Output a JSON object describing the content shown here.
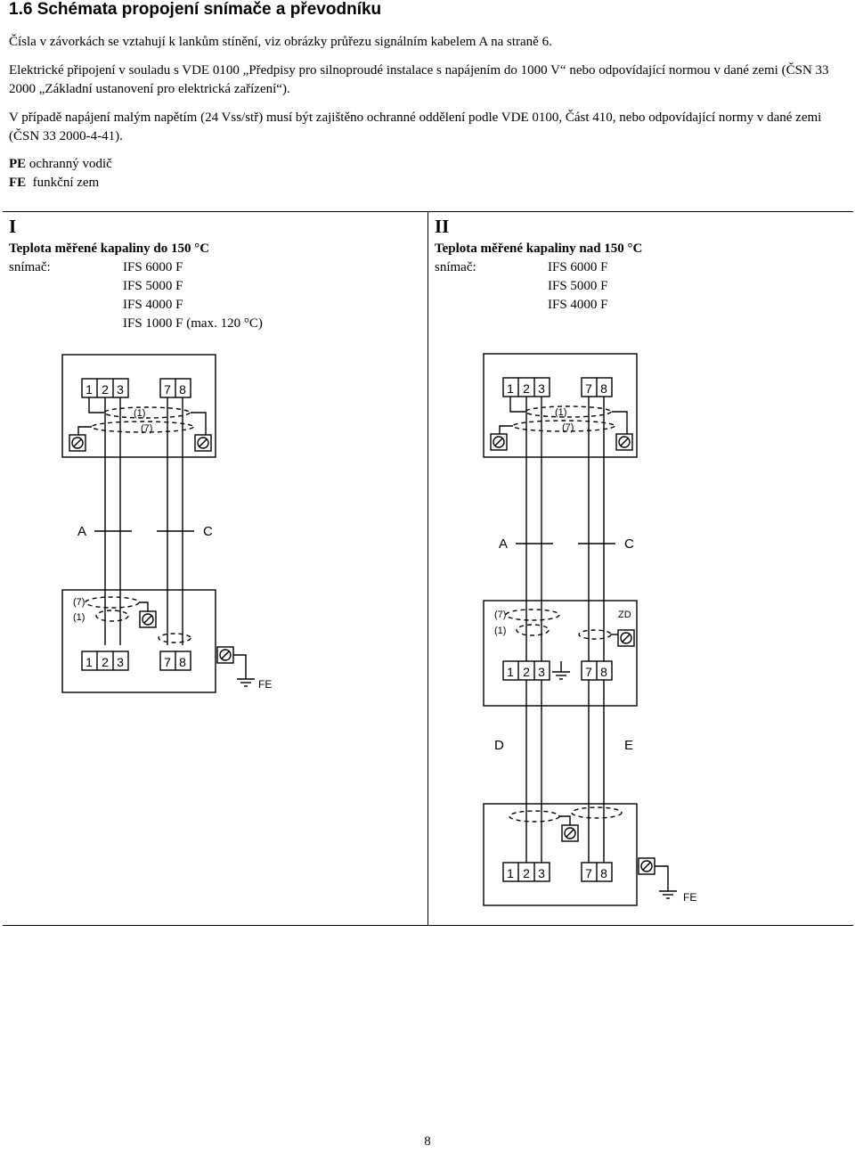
{
  "header": {
    "title": "1.6 Schémata propojení snímače a převodníku"
  },
  "intro": {
    "p1": "Čísla v závorkách se vztahují k lankům stínění, viz obrázky průřezu signálním kabelem A na straně 6.",
    "p2": "Elektrické připojení v souladu s VDE 0100 „Předpisy pro silnoproudé instalace s napájením do 1000 V“ nebo odpovídající normou v dané zemi (ČSN 33 2000 „Základní ustanovení pro elektrická zařízení“).",
    "p3": "V případě napájení malým napětím (24 Vss/stř) musí být zajištěno ochranné oddělení podle VDE 0100, Část 410, nebo odpovídající normy v dané zemi (ČSN 33 2000-4-41)."
  },
  "legend": {
    "pe_abbr": "PE",
    "pe_text": "ochranný vodič",
    "fe_abbr": "FE",
    "fe_text": "funkční zem"
  },
  "section1": {
    "number": "I",
    "title": "Teplota měřené kapaliny do 150 °C",
    "sensor_label": "snímač:",
    "sensors": [
      "IFS 6000 F",
      "IFS 5000 F",
      "IFS 4000 F",
      "IFS 1000 F (max. 120 °C)"
    ]
  },
  "section2": {
    "number": "II",
    "title": "Teplota měřené kapaliny nad 150 °C",
    "sensor_label": "snímač:",
    "sensors": [
      "IFS 6000 F",
      "IFS 5000 F",
      "IFS 4000 F"
    ]
  },
  "diagram1": {
    "terminals_left": [
      "1",
      "2",
      "3"
    ],
    "terminals_right": [
      "7",
      "8"
    ],
    "shield_1": "(1)",
    "shield_7": "(7)",
    "cable_a": "A",
    "cable_c": "C",
    "fe_label": "FE"
  },
  "diagram2": {
    "terminals_left": [
      "1",
      "2",
      "3"
    ],
    "terminals_right": [
      "7",
      "8"
    ],
    "shield_1": "(1)",
    "shield_7": "(7)",
    "cable_a": "A",
    "cable_c": "C",
    "zd_label": "ZD",
    "cable_d": "D",
    "cable_e": "E",
    "fe_label": "FE"
  },
  "footer": {
    "page_number": "8"
  }
}
